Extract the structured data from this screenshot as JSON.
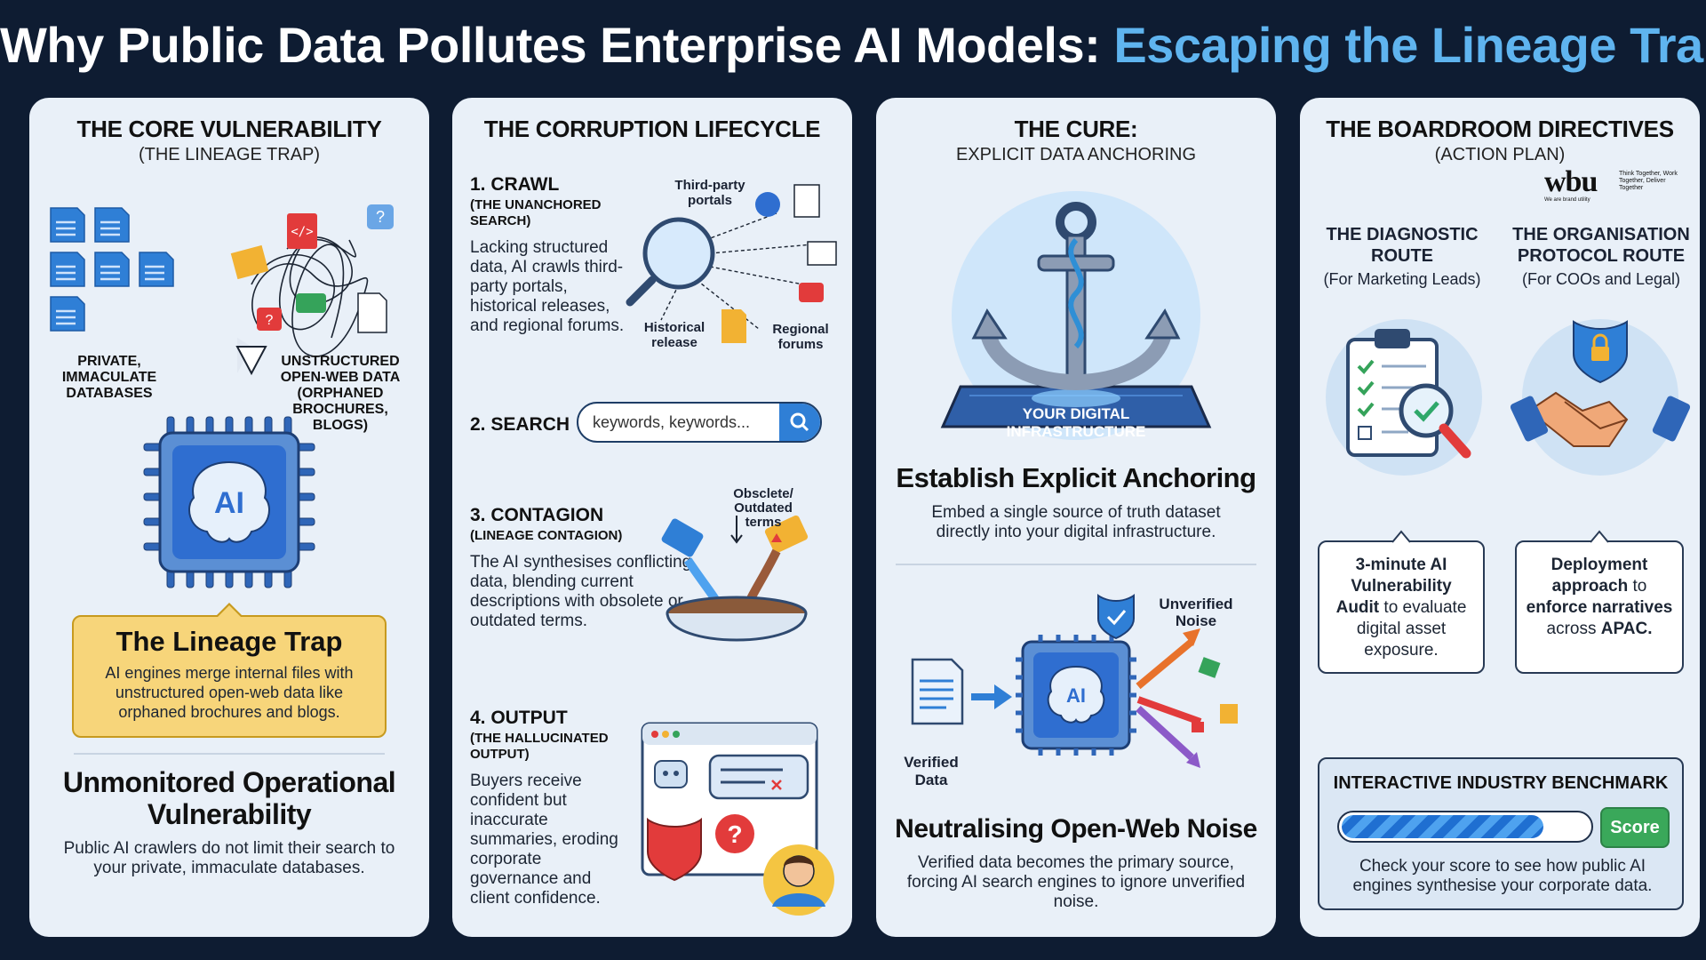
{
  "header": {
    "title_main": "Why Public Data Pollutes Enterprise AI Models:",
    "title_accent": "Escaping the Lineage Trap",
    "accent_color": "#5fb4ef",
    "background": "#0e1c32"
  },
  "panel1": {
    "title": "THE CORE VULNERABILITY",
    "subtitle": "(THE LINEAGE TRAP)",
    "label_private": "PRIVATE, IMMACULATE DATABASES",
    "label_unstructured": "UNSTRUCTURED OPEN-WEB DATA (ORPHANED BROCHURES, BLOGS)",
    "chip_text": "AI",
    "callout_title": "The Lineage Trap",
    "callout_body": "AI engines merge internal files with unstructured open-web data like orphaned brochures and blogs.",
    "heading": "Unmonitored Operational Vulnerability",
    "body": "Public AI crawlers do not limit their search to your private, immaculate databases."
  },
  "panel2": {
    "title": "THE CORRUPTION LIFECYCLE",
    "step1_title": "1. CRAWL",
    "step1_sub": "(THE UNANCHORED SEARCH)",
    "step1_body": "Lacking structured data, AI crawls third-party portals, historical releases, and regional forums.",
    "label_portals": "Third-party portals",
    "label_historical": "Historical release",
    "label_regional": "Regional forums",
    "step2_title": "2. SEARCH",
    "search_text": "keywords, keywords...",
    "step3_title": "3. CONTAGION",
    "step3_sub": "(LINEAGE CONTAGION)",
    "step3_body": "The AI synthesises conflicting data, blending current descriptions with obsolete or outdated terms.",
    "label_obsolete": "Obsclete/ Outdated terms",
    "step4_title": "4. OUTPUT",
    "step4_sub": "(THE HALLUCINATED OUTPUT)",
    "step4_body": "Buyers receive confident but inaccurate summaries, eroding corporate governance and client confidence."
  },
  "panel3": {
    "title": "THE CURE:",
    "subtitle": "EXPLICIT DATA ANCHORING",
    "platform_label": "YOUR DIGITAL INFRASTRUCTURE",
    "heading1": "Establish Explicit Anchoring",
    "body1": "Embed a single source of truth dataset directly into your digital infrastructure.",
    "label_unverified": "Unverified Noise",
    "label_verified": "Verified Data",
    "chip_text": "AI",
    "heading2": "Neutralising Open-Web Noise",
    "body2": "Verified data becomes the primary source, forcing AI search engines to ignore unverified noise."
  },
  "panel4": {
    "title": "THE BOARDROOM DIRECTIVES",
    "subtitle": "(ACTION PLAN)",
    "logo_text": "wbu",
    "logo_tagline": "Think Together, Work Together, Deliver Together",
    "logo_sub": "We are brand utility",
    "route1_title": "THE DIAGNOSTIC ROUTE",
    "route1_sub": "(For Marketing Leads)",
    "route2_title": "THE ORGANISATION PROTOCOL ROUTE",
    "route2_sub": "(For COOs and Legal)",
    "card1_bold": "3-minute AI Vulnerability Audit",
    "card1_rest": "to evaluate digital asset exposure.",
    "card2_bold1": "Deployment approach",
    "card2_mid": "to",
    "card2_bold2": "enforce narratives",
    "card2_mid2": "across",
    "card2_bold3": "APAC.",
    "bench_title": "INTERACTIVE INDUSTRY BENCHMARK",
    "bench_progress": 0.82,
    "score_label": "Score",
    "bench_body": "Check your score to see how public AI engines synthesise your corporate data."
  }
}
